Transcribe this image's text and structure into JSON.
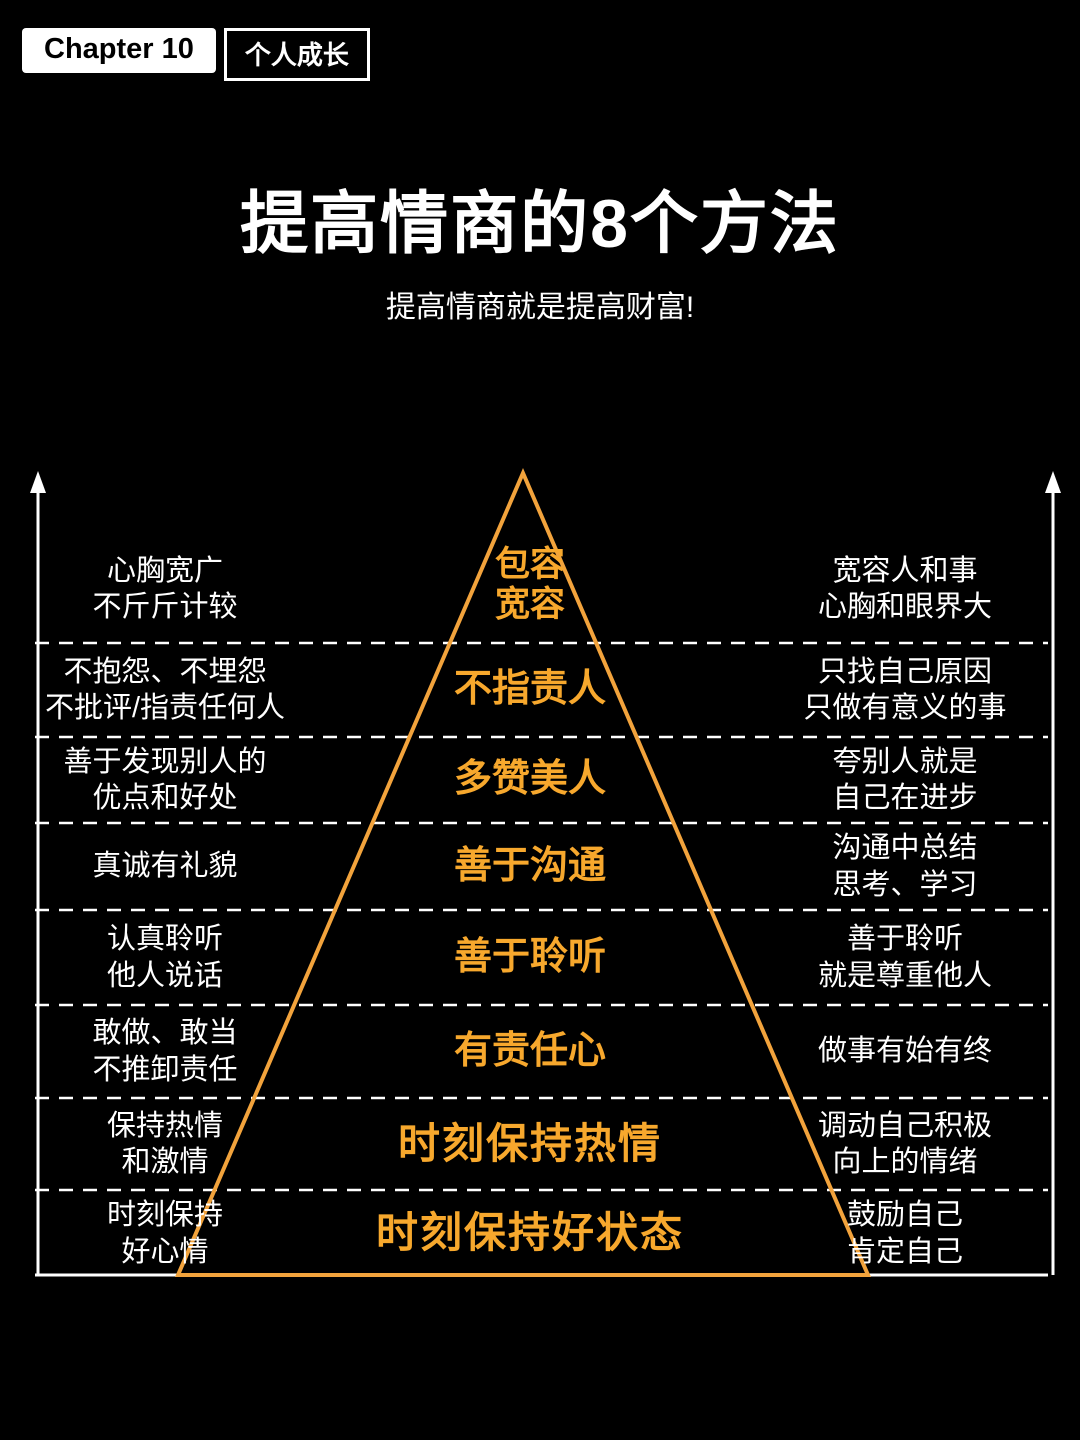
{
  "header": {
    "chapter": "Chapter 10",
    "category": "个人成长"
  },
  "title": "提高情商的8个方法",
  "subtitle": "提高情商就是提高财富!",
  "pyramid": {
    "stroke_color": "#F2A33C",
    "label_color": "#F7A82D",
    "levels": [
      {
        "left": "心胸宽广\n不斤斤计较",
        "center": "包容\n宽容",
        "right": "宽容人和事\n心胸和眼界大"
      },
      {
        "left": "不抱怨、不埋怨\n不批评/指责任何人",
        "center": "不指责人",
        "right": "只找自己原因\n只做有意义的事"
      },
      {
        "left": "善于发现别人的\n优点和好处",
        "center": "多赞美人",
        "right": "夸别人就是\n自己在进步"
      },
      {
        "left": "真诚有礼貌",
        "center": "善于沟通",
        "right": "沟通中总结\n思考、学习"
      },
      {
        "left": "认真聆听\n他人说话",
        "center": "善于聆听",
        "right": "善于聆听\n就是尊重他人"
      },
      {
        "left": "敢做、敢当\n不推卸责任",
        "center": "有责任心",
        "right": "做事有始有终"
      },
      {
        "left": "保持热情\n和激情",
        "center": "时刻保持热情",
        "right": "调动自己积极\n向上的情绪"
      },
      {
        "left": "时刻保持\n好心情",
        "center": "时刻保持好状态",
        "right": "鼓励自己\n肯定自己"
      }
    ]
  }
}
